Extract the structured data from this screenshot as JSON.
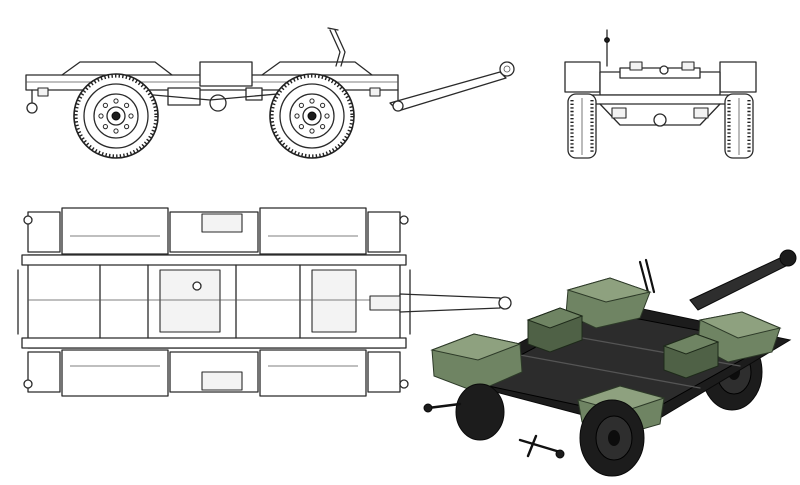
{
  "drawing": {
    "views": [
      {
        "key": "side",
        "description_name": "side-elevation-view"
      },
      {
        "key": "front",
        "description_name": "front-elevation-view"
      },
      {
        "key": "top",
        "description_name": "top-plan-view"
      },
      {
        "key": "iso",
        "description_name": "isometric-render-view"
      }
    ],
    "colors": {
      "line": "#2a2a2a",
      "fender_green": "#6f8463",
      "fender_green_light": "#8ea17f",
      "fender_green_dark": "#4f6146",
      "frame_black": "#1c1c1c",
      "tire_black": "#141414"
    }
  }
}
